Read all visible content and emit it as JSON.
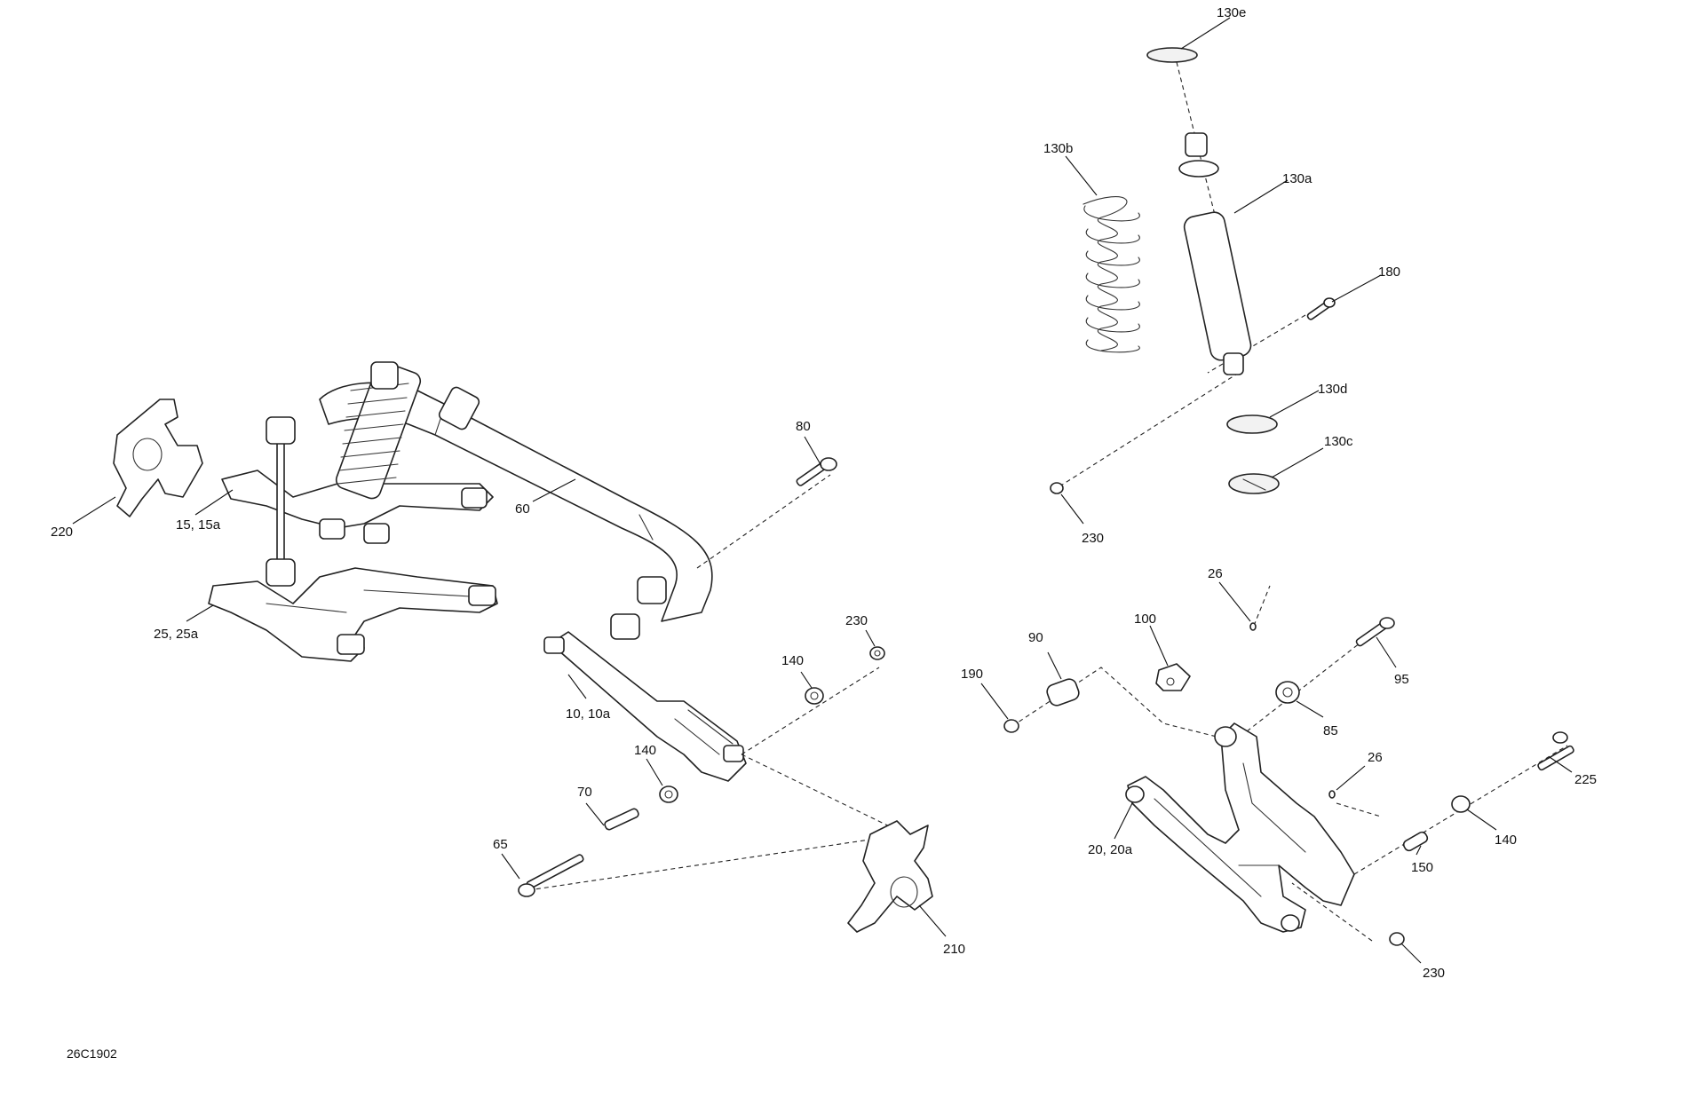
{
  "drawing_code": "26C1902",
  "callouts": {
    "c220": "220",
    "c15": "15, 15a",
    "c25": "25, 25a",
    "c60": "60",
    "c80": "80",
    "c10": "10, 10a",
    "c230a": "230",
    "c140a": "140",
    "c140b": "140",
    "c70": "70",
    "c65": "65",
    "c210": "210",
    "c130e": "130e",
    "c130b": "130b",
    "c130a": "130a",
    "c180": "180",
    "c130d": "130d",
    "c130c": "130c",
    "c230b": "230",
    "c26a": "26",
    "c100": "100",
    "c90": "90",
    "c190": "190",
    "c95": "95",
    "c85": "85",
    "c26b": "26",
    "c225": "225",
    "c20": "20, 20a",
    "c140c": "140",
    "c150": "150",
    "c230c": "230"
  }
}
